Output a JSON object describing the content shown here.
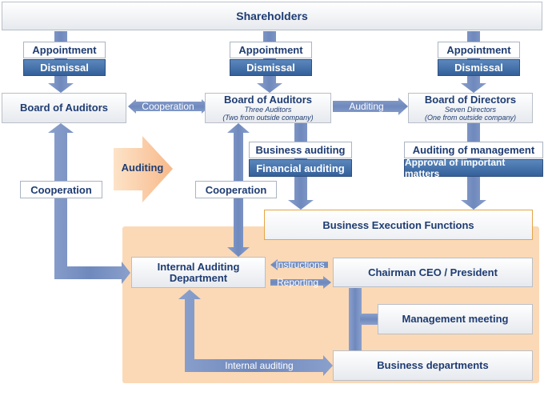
{
  "shareholders": "Shareholders",
  "appointment": [
    "Appointment",
    "Appointment",
    "Appointment"
  ],
  "dismissal": [
    "Dismissal",
    "Dismissal",
    "Dismissal"
  ],
  "board_auditors_left": "Board of Auditors",
  "board_auditors_center": {
    "title": "Board of Auditors",
    "line1": "Three Auditors",
    "line2": "(Two from outside company)"
  },
  "board_directors": {
    "title": "Board of Directors",
    "line1": "Seven Directors",
    "line2": "(One from outside company)"
  },
  "cooperation_top": "Cooperation",
  "auditing_top": "Auditing",
  "business_auditing": "Business auditing",
  "financial_auditing": "Financial auditing",
  "auditing_of_management": "Auditing of management",
  "approval": "Approval of important matters",
  "auditing_big": "Auditing",
  "cooperation_left": "Cooperation",
  "cooperation_center": "Cooperation",
  "business_execution": "Business Execution Functions",
  "internal_auditing_dept": {
    "line1": "Internal Auditing",
    "line2": "Department"
  },
  "instructions": "Instructions",
  "reporting": "Reporting",
  "chairman": "Chairman CEO / President",
  "management_meeting": "Management meeting",
  "business_departments": "Business departments",
  "internal_auditing": "Internal auditing",
  "colors": {
    "orange_bg": "#fbd9b6",
    "blue_arrow": "#6f89bd",
    "dark_blue": "#34609a",
    "text_blue": "#1e3c72"
  }
}
